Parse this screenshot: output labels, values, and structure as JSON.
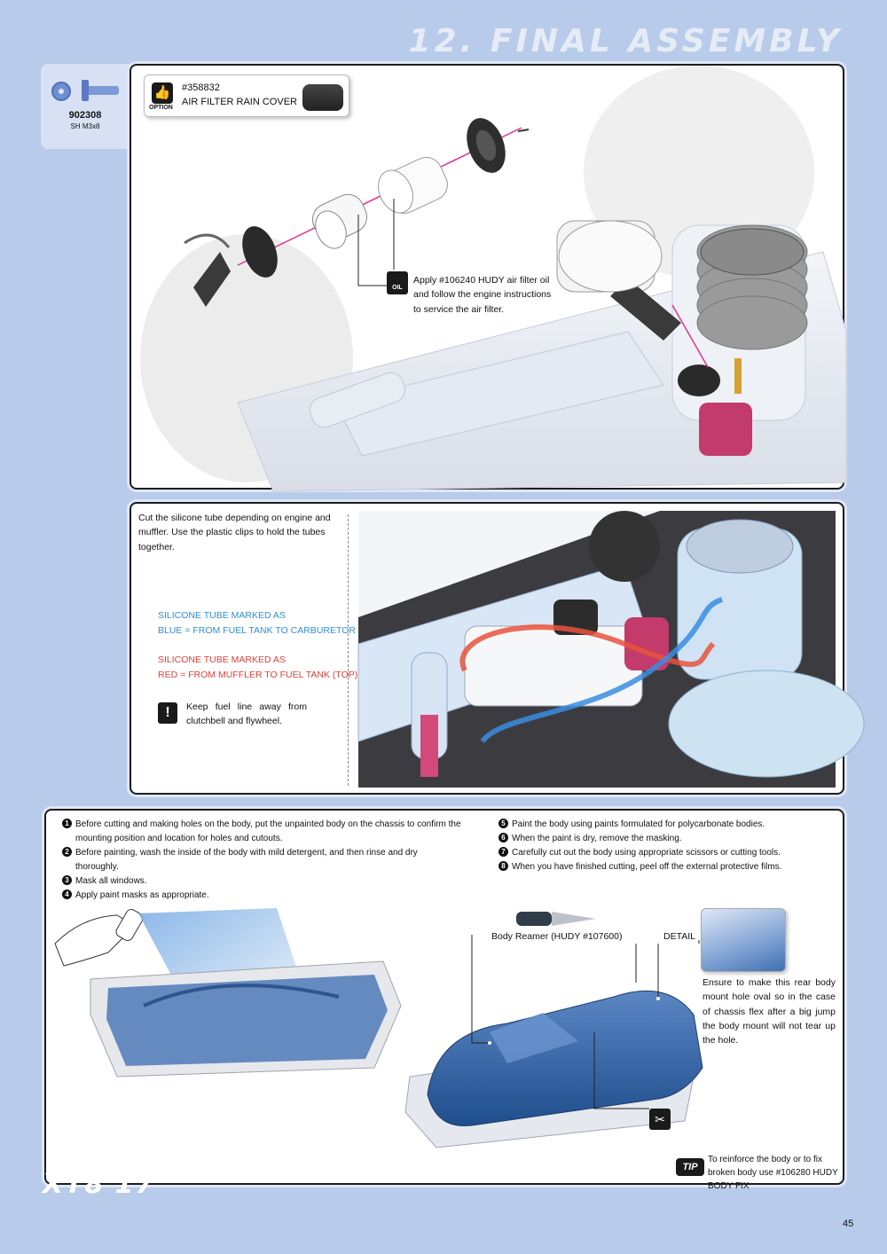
{
  "header": {
    "title": "12. FINAL ASSEMBLY"
  },
  "parts": {
    "code": "902308",
    "desc": "SH M3x8"
  },
  "option": {
    "label": "OPTION",
    "number": "#358832",
    "name": "AIR FILTER RAIN COVER"
  },
  "oil": {
    "icon_label": "OIL",
    "note": "Apply #106240 HUDY air filter oil and follow the engine instructions to service the air filter."
  },
  "fuel": {
    "intro": "Cut the silicone tube depending on engine and muffler. Use the plastic clips to hold the tubes together.",
    "blue_line1": "SILICONE TUBE MARKED AS",
    "blue_line2": "BLUE = FROM FUEL TANK TO CARBURETOR",
    "red_line1": "SILICONE TUBE MARKED AS",
    "red_line2": "RED = FROM MUFFLER TO FUEL TANK (TOP)",
    "warning_icon": "!",
    "warning": "Keep fuel line away from clutchbell and flywheel.",
    "blue_color": "#2f8fd8",
    "red_color": "#e0403a"
  },
  "body_steps": {
    "left": [
      {
        "n": "1",
        "text": "Before cutting and making holes on the body, put the unpainted body on the chassis to confirm the mounting position and location for holes and cutouts."
      },
      {
        "n": "2",
        "text": "Before painting, wash the inside of the body with mild detergent, and then rinse and dry thoroughly."
      },
      {
        "n": "3",
        "text": "Mask all windows."
      },
      {
        "n": "4",
        "text": "Apply paint masks as appropriate."
      }
    ],
    "right": [
      {
        "n": "5",
        "text": "Paint the body using paints formulated for polycarbonate bodies."
      },
      {
        "n": "6",
        "text": "When the paint is dry, remove the masking."
      },
      {
        "n": "7",
        "text": "Carefully cut out the body using appropriate scissors or cutting tools."
      },
      {
        "n": "8",
        "text": "When you have finished cutting, peel off the external protective films."
      }
    ]
  },
  "body": {
    "reamer_label": "Body Reamer (HUDY #107600)",
    "detail_label": "DETAIL",
    "detail_text": "Ensure to make this rear body mount hole oval so in the case of chassis flex after a big jump the body mount will not tear up the hole.",
    "tip_label": "TIP",
    "tip_text": "To reinforce the body or to fix broken body use #106280 HUDY BODY FIX"
  },
  "footer": {
    "logo": "XT8'17",
    "page": "45"
  },
  "icons": [
    "thumbs-up-icon",
    "oil-icon",
    "warning-icon",
    "scissors-icon",
    "tip-icon"
  ]
}
